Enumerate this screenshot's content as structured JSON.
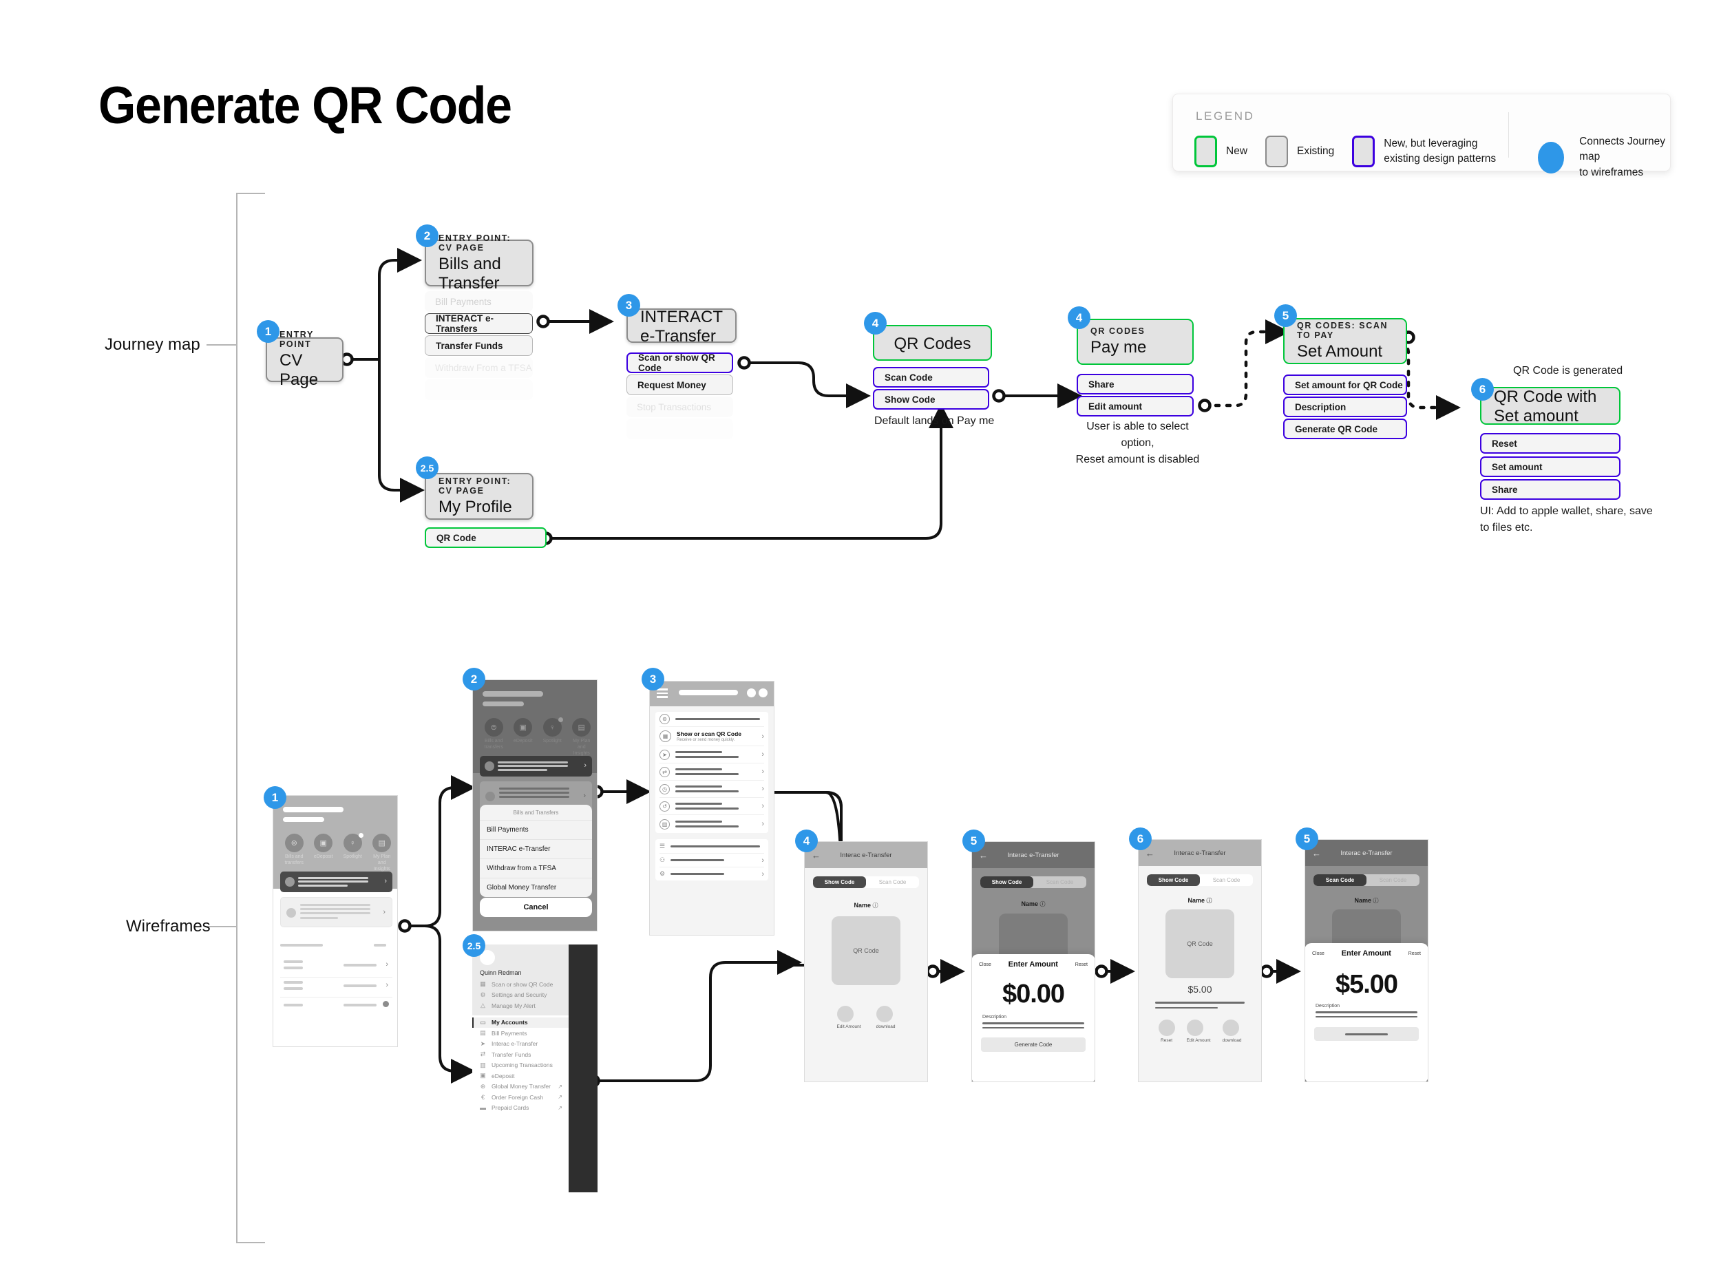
{
  "page": {
    "title": "Generate QR Code"
  },
  "legend": {
    "title": "LEGEND",
    "items": [
      {
        "label": "New",
        "color": "#00c63a"
      },
      {
        "label": "Existing",
        "color": "#8b8b8b"
      },
      {
        "label": "New, but leveraging\nexisting design patterns",
        "color": "#3c00e0"
      }
    ],
    "connector": {
      "label": "Connects Journey map\nto wireframes",
      "color": "#2e97e8"
    }
  },
  "sections": {
    "journey_map": "Journey map",
    "wireframes": "Wireframes"
  },
  "journey": {
    "step1": {
      "badge": "1",
      "eyebrow": "ENTRY POINT",
      "title": "CV Page"
    },
    "step2": {
      "badge": "2",
      "eyebrow": "ENTRY POINT: CV PAGE",
      "title": "Bills and Transfer",
      "items": [
        {
          "label": "Bill Payments",
          "style": "faded"
        },
        {
          "label": "INTERACT e-Transfers",
          "style": "gray-strong"
        },
        {
          "label": "Transfer Funds",
          "style": "gray"
        },
        {
          "label": "Withdraw From a TFSA",
          "style": "faded"
        },
        {
          "label": "",
          "style": "faded2"
        }
      ]
    },
    "step25": {
      "badge": "2.5",
      "eyebrow": "ENTRY POINT: CV PAGE",
      "title": "My Profile",
      "items": [
        {
          "label": "QR Code",
          "style": "green"
        }
      ]
    },
    "step3": {
      "badge": "3",
      "title": "INTERACT e-Transfer",
      "items": [
        {
          "label": "Scan or show QR Code",
          "style": "purple"
        },
        {
          "label": "Request Money",
          "style": "gray"
        },
        {
          "label": "Stop Transactions",
          "style": "faded"
        },
        {
          "label": "",
          "style": "faded2"
        }
      ]
    },
    "step4a": {
      "badge": "4",
      "title": "QR Codes",
      "items": [
        {
          "label": "Scan Code",
          "style": "purple"
        },
        {
          "label": "Show Code",
          "style": "purple"
        }
      ],
      "note": "Default lands on Pay me"
    },
    "step4b": {
      "badge": "4",
      "eyebrow": "QR CODES",
      "title": "Pay me",
      "items": [
        {
          "label": "Share",
          "style": "purple"
        },
        {
          "label": "Edit amount",
          "style": "purple"
        }
      ],
      "note": "User is able to select option,\nReset amount is disabled"
    },
    "step5": {
      "badge": "5",
      "eyebrow": "QR CODES: SCAN TO PAY",
      "title": "Set Amount",
      "items": [
        {
          "label": "Set amount for QR Code",
          "style": "purple"
        },
        {
          "label": "Description",
          "style": "purple"
        },
        {
          "label": "Generate QR Code",
          "style": "purple"
        }
      ]
    },
    "step6": {
      "badge": "6",
      "note_top": "QR Code is generated",
      "title": "QR Code with Set amount",
      "items": [
        {
          "label": "Reset",
          "style": "purple"
        },
        {
          "label": "Set amount",
          "style": "purple"
        },
        {
          "label": "Share",
          "style": "purple"
        }
      ],
      "note": "UI: Add to apple wallet, share, save\nto files etc."
    }
  },
  "wireframes": {
    "wf1": {
      "badge": "1",
      "quick_actions": [
        {
          "label": "Bills and\ntransfers",
          "icon": "money-transfer-icon"
        },
        {
          "label": "eDeposit",
          "icon": "camera-icon"
        },
        {
          "label": "Spotlight",
          "icon": "lightbulb-icon"
        },
        {
          "label": "My Plan and\nInsights",
          "icon": "chart-icon"
        }
      ]
    },
    "wf2": {
      "badge": "2",
      "sheet_title": "Bills and Transfers",
      "sheet_items": [
        "Bill Payments",
        "INTERAC e-Transfer",
        "Withdraw from a TFSA",
        "Global Money Transfer"
      ],
      "cancel": "Cancel"
    },
    "wf25": {
      "badge": "2.5",
      "user_name": "Quinn Redman",
      "menu_top": [
        {
          "label": "Scan or show QR Code",
          "icon": "qr-icon"
        },
        {
          "label": "Settings and Security",
          "icon": "gear-icon"
        },
        {
          "label": "Manage My Alert",
          "icon": "bell-icon"
        }
      ],
      "menu_main": [
        {
          "label": "My Accounts",
          "icon": "wallet-icon",
          "active": true,
          "external": false
        },
        {
          "label": "Bill Payments",
          "icon": "bill-icon",
          "active": false,
          "external": false
        },
        {
          "label": "Interac e-Transfer",
          "icon": "send-icon",
          "active": false,
          "external": false
        },
        {
          "label": "Transfer Funds",
          "icon": "exchange-icon",
          "active": false,
          "external": false
        },
        {
          "label": "Upcoming Transactions",
          "icon": "calendar-icon",
          "active": false,
          "external": false
        },
        {
          "label": "eDeposit",
          "icon": "camera-icon",
          "active": false,
          "external": false
        },
        {
          "label": "Global Money Transfer",
          "icon": "globe-icon",
          "active": false,
          "external": true
        },
        {
          "label": "Order Foreign Cash",
          "icon": "euro-icon",
          "active": false,
          "external": true
        },
        {
          "label": "Prepaid Cards",
          "icon": "card-icon",
          "active": false,
          "external": true
        }
      ]
    },
    "wf3": {
      "badge": "3",
      "featured": {
        "title": "Show or scan QR Code",
        "subtitle": "Receive or send money quickly.",
        "icon": "qr-icon"
      }
    },
    "wf4": {
      "badge": "4",
      "header": "Interac e-Transfer",
      "tabs": [
        "Show Code",
        "Scan Code"
      ],
      "active_tab": "Show Code",
      "name_label": "Name",
      "qr_placeholder": "QR Code",
      "buttons": [
        "Edit Amount",
        "download"
      ]
    },
    "wf5": {
      "badge": "5",
      "header": "Interac e-Transfer",
      "tabs": [
        "Show Code",
        "Scan Code"
      ],
      "active_tab": "Show Code",
      "name_label": "Name",
      "modal": {
        "close": "Close",
        "title": "Enter Amount",
        "reset": "Reset",
        "amount": "$0.00",
        "description_label": "Description",
        "generate": "Generate Code"
      }
    },
    "wf6": {
      "badge": "6",
      "header": "Interac e-Transfer",
      "tabs": [
        "Show Code",
        "Scan Code"
      ],
      "active_tab": "Show Code",
      "name_label": "Name",
      "qr_placeholder": "QR Code",
      "amount": "$5.00",
      "buttons": [
        "Reset",
        "Edit Amount",
        "download"
      ]
    },
    "wf7": {
      "badge": "5",
      "header": "Interac e-Transfer",
      "tabs": [
        "Scan Code",
        "Scan Code"
      ],
      "active_tab": "Scan Code",
      "name_label": "Name",
      "modal": {
        "close": "Close",
        "title": "Enter Amount",
        "reset": "Reset",
        "amount": "$5.00",
        "description_label": "Description"
      }
    }
  }
}
